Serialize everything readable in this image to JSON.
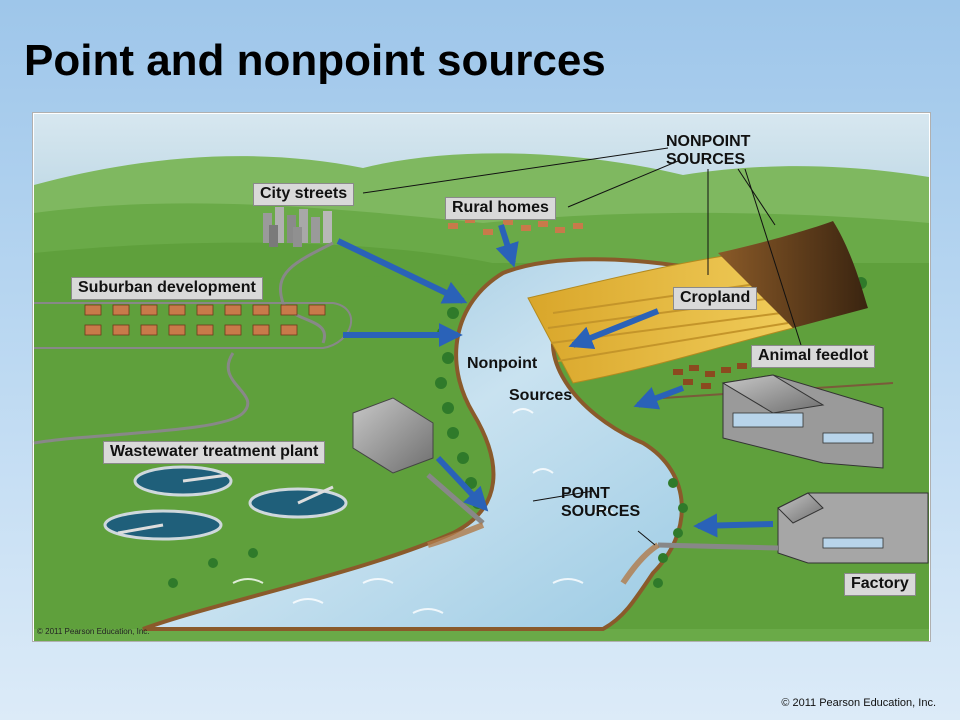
{
  "slide": {
    "title": "Point and nonpoint sources",
    "copyright": "© 2011 Pearson Education, Inc."
  },
  "figure": {
    "copyright": "© 2011 Pearson Education, Inc.",
    "labels": {
      "nonpoint_header_line1": "NONPOINT",
      "nonpoint_header_line2": "SOURCES",
      "city_streets": "City streets",
      "rural_homes": "Rural homes",
      "suburban_development": "Suburban development",
      "cropland": "Cropland",
      "animal_feedlot": "Animal feedlot",
      "nonpoint_sources_line1": "Nonpoint",
      "nonpoint_sources_line2": "Sources",
      "wastewater_treatment_plant": "Wastewater treatment plant",
      "point_sources_line1": "POINT",
      "point_sources_line2": "SOURCES",
      "factory": "Factory"
    },
    "colors": {
      "grass": "#5fa03c",
      "river": "#a9cfe6",
      "arrow": "#2a62b8",
      "cropland": "#e6b83a",
      "bank": "#8a5a2b"
    }
  }
}
